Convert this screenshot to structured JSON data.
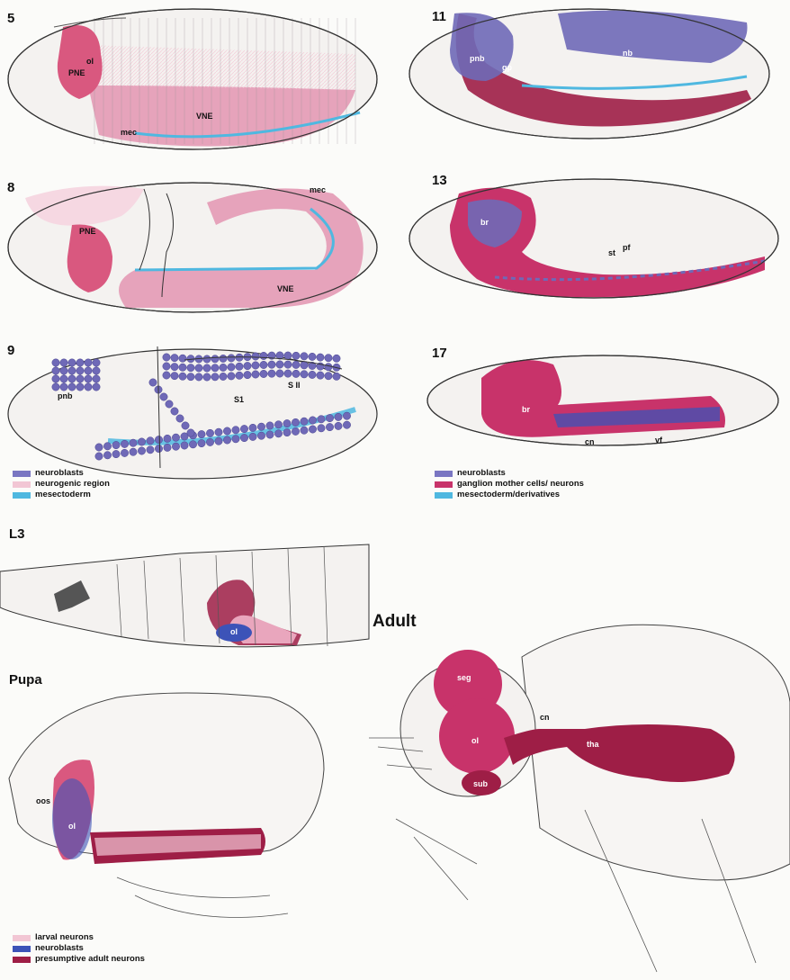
{
  "colors": {
    "magenta": "#c8336a",
    "pink": "#e9a6bd",
    "pale_pink": "#f6d8e2",
    "neuroblast": "#6f69b7",
    "mesectoderm": "#4fb8e0",
    "dark_red": "#9e1e46",
    "blue": "#3c53b8"
  },
  "panels": {
    "s5": {
      "stage": "5",
      "labels": {
        "ol": "ol",
        "pne": "PNE",
        "vne": "VNE",
        "mec": "mec"
      }
    },
    "s8": {
      "stage": "8",
      "labels": {
        "pne": "PNE",
        "vne": "VNE",
        "mec": "mec"
      }
    },
    "s9": {
      "stage": "9",
      "labels": {
        "pnb": "pnb",
        "s1": "S1",
        "sii": "S II"
      }
    },
    "s11": {
      "stage": "11",
      "labels": {
        "pnb": "pnb",
        "gp": "gp",
        "nb": "nb"
      }
    },
    "s13": {
      "stage": "13",
      "labels": {
        "br": "br",
        "st": "st",
        "pf": "pf"
      }
    },
    "s17": {
      "stage": "17",
      "labels": {
        "br": "br",
        "cn": "cn",
        "vf": "vf"
      }
    },
    "l3": {
      "stage": "L3",
      "labels": {
        "ol": "ol"
      }
    },
    "pupa": {
      "stage": "Pupa",
      "labels": {
        "oos": "oos",
        "ol": "ol"
      }
    },
    "adult": {
      "stage": "Adult",
      "labels": {
        "seg": "seg",
        "ol": "ol",
        "sub": "sub",
        "cn": "cn",
        "tha": "tha"
      }
    }
  },
  "legend_embryo_left": [
    {
      "label": "neuroblasts",
      "color": "#7a76c2"
    },
    {
      "label": "neurogenic region",
      "color": "#f2c6d4"
    },
    {
      "label": "mesectoderm",
      "color": "#4fb8e0"
    }
  ],
  "legend_embryo_right": [
    {
      "label": "neuroblasts",
      "color": "#7a76c2"
    },
    {
      "label": "ganglion mother cells/ neurons",
      "color": "#c8336a"
    },
    {
      "label": "mesectoderm/derivatives",
      "color": "#4fb8e0"
    }
  ],
  "legend_pupa": [
    {
      "label": "larval neurons",
      "color": "#f2c6d4"
    },
    {
      "label": "neuroblasts",
      "color": "#3c53b8"
    },
    {
      "label": "presumptive adult neurons",
      "color": "#9e1e46"
    }
  ]
}
